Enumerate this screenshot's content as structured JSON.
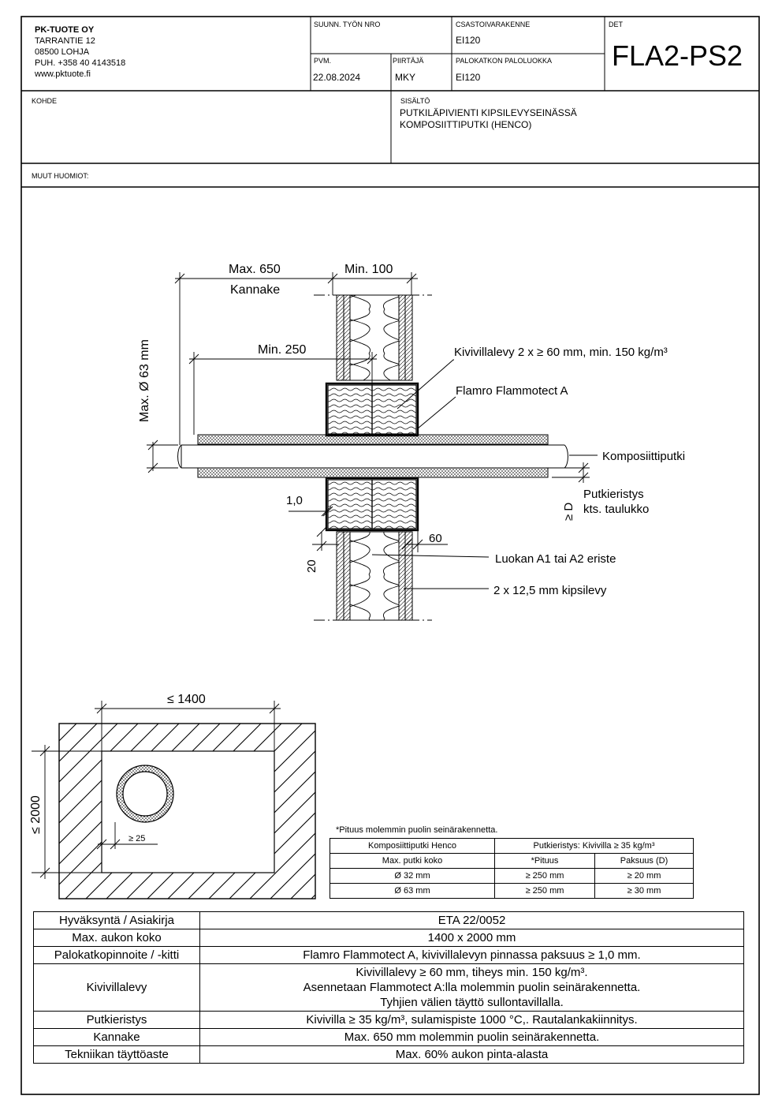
{
  "header": {
    "company": {
      "name": "PK-TUOTE OY",
      "street": "TARRANTIE 12",
      "city": "08500 LOHJA",
      "phone": "PUH. +358 40 4143518",
      "web": "www.pktuote.fi"
    },
    "suunn_label": "SUUNN. TYÖN NRO",
    "suunn_value": "",
    "pvm_label": "PVM.",
    "pvm_value": "22.08.2024",
    "piirtaja_label": "PIIRTÄJÄ",
    "piirtaja_value": "MKY",
    "csasto_label": "CSASTOIVARAKENNE",
    "csasto_value": "EI120",
    "paloluokka_label": "PALOKATKON PALOLUOKKA",
    "paloluokka_value": "EI120",
    "det_label": "DET",
    "det_value": "FLA2-PS2",
    "kohde_label": "KOHDE",
    "sisalto_label": "SISÄLTÖ",
    "sisalto_line1": "PUTKILÄPIVIENTI KIPSILEVYSEINÄSSÄ",
    "sisalto_line2": "KOMPOSIITTIPUTKI (HENCO)",
    "muut_label": "MUUT HUOMIOT:"
  },
  "drawing": {
    "max650": "Max. 650",
    "min100": "Min. 100",
    "kannake": "Kannake",
    "min250": "Min. 250",
    "max63": "Max. Ø 63 mm",
    "kivivillalevy": "Kivivillalevy 2 x ≥ 60 mm, min. 150 kg/m³",
    "flamro": "Flamro Flammotect A",
    "komposiittiputki": "Komposiittiputki",
    "putkieristys": "Putkieristys",
    "kts_taulukko": "kts. taulukko",
    "ge_d": "≥ D",
    "d10": "1,0",
    "d60": "60",
    "d20": "20",
    "luokan": "Luokan A1 tai A2 eriste",
    "kipsilevy": "2 x 12,5 mm kipsilevy",
    "le1400": "≤ 1400",
    "le2000": "≤ 2000",
    "ge25": "≥ 25"
  },
  "small_table": {
    "note": "*Pituus molemmin puolin seinärakennetta.",
    "h1": "Komposiittiputki Henco",
    "h2": "Putkieristys: Kivivilla ≥ 35 kg/m³",
    "h3": "Max. putki koko",
    "h4": "*Pituus",
    "h5": "Paksuus (D)",
    "rows": [
      {
        "size": "Ø 32 mm",
        "length": "≥ 250 mm",
        "thickness": "≥ 20 mm"
      },
      {
        "size": "Ø 63 mm",
        "length": "≥ 250 mm",
        "thickness": "≥ 30 mm"
      }
    ]
  },
  "big_table": {
    "rows": [
      {
        "key": "Hyväksyntä / Asiakirja",
        "value": "ETA 22/0052"
      },
      {
        "key": "Max. aukon koko",
        "value": "1400 x 2000 mm"
      },
      {
        "key": "Palokatkopinnoite / -kitti",
        "value": "Flamro Flammotect A, kivivillalevyn pinnassa paksuus ≥ 1,0 mm."
      },
      {
        "key": "Kivivillalevy",
        "value1": "Kivivillalevy ≥ 60 mm, tiheys min. 150 kg/m³.",
        "value2": "Asennetaan Flammotect A:lla molemmin puolin seinärakennetta.",
        "value3": "Tyhjien välien täyttö sullontavillalla."
      },
      {
        "key": "Putkieristys",
        "value": "Kivivilla ≥ 35 kg/m³, sulamispiste 1000 °C,. Rautalankakiinnitys."
      },
      {
        "key": "Kannake",
        "value": "Max. 650 mm molemmin puolin seinärakennetta."
      },
      {
        "key": "Tekniikan täyttöaste",
        "value": "Max. 60% aukon pinta-alasta"
      }
    ]
  }
}
